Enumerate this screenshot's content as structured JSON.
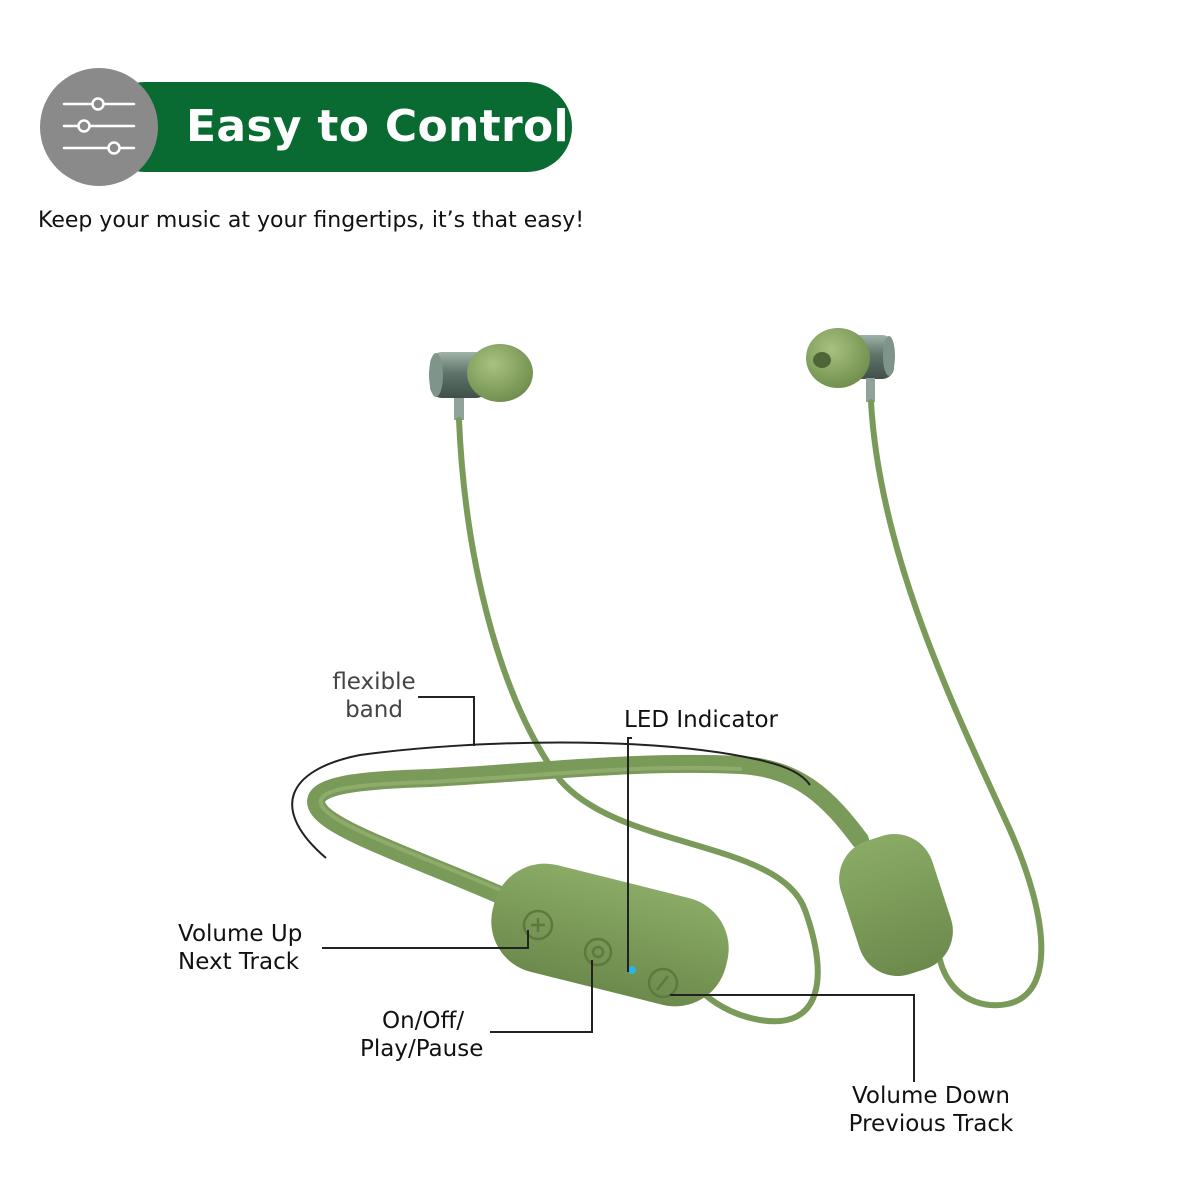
{
  "header": {
    "title": "Easy to Control",
    "icon": "sliders-icon"
  },
  "subtitle": "Keep your music at your fingertips, it’s that easy!",
  "callouts": {
    "flexible_band": [
      "flexible",
      "band"
    ],
    "led_indicator": "LED Indicator",
    "volume_up": [
      "Volume Up",
      "Next Track"
    ],
    "on_off": [
      "On/Off/",
      "Play/Pause"
    ],
    "volume_down": [
      "Volume Down",
      "Previous Track"
    ]
  },
  "colors": {
    "brand_green": "#0a6b32",
    "icon_gray": "#8a8a8a",
    "product_green": "#7a9a5a",
    "led_blue": "#29b6e6"
  }
}
